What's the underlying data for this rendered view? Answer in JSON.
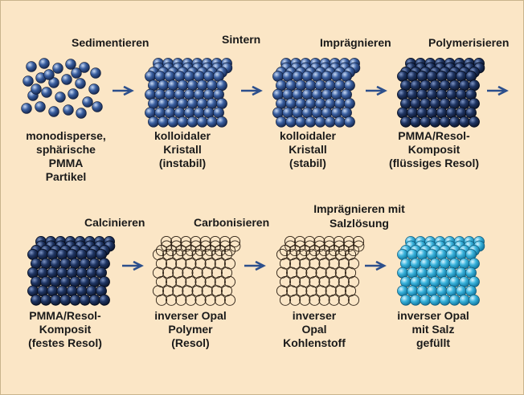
{
  "process_steps": {
    "row1": [
      "Sedimentieren",
      "Sintern",
      "Imprägnieren",
      "Polymerisieren"
    ],
    "row2": [
      "Calcinieren",
      "Carbonisieren",
      [
        "Imprägnieren mit",
        "Salzlösung"
      ]
    ]
  },
  "stages": [
    {
      "lines": [
        "monodisperse,",
        "sphärische",
        "PMMA",
        "Partikel"
      ],
      "fill": "medium-blue-spheres"
    },
    {
      "lines": [
        "kolloidaler",
        "Kristall",
        "(instabil)"
      ],
      "fill": "medium-blue-spheres"
    },
    {
      "lines": [
        "kolloidaler",
        "Kristall",
        "(stabil)"
      ],
      "fill": "medium-blue-spheres"
    },
    {
      "lines": [
        "PMMA/Resol-",
        "Komposit",
        "(flüssiges Resol)"
      ],
      "fill": "dark-navy-spheres"
    },
    {
      "lines": [
        "PMMA/Resol-",
        "Komposit",
        "(festes Resol)"
      ],
      "fill": "dark-navy-spheres"
    },
    {
      "lines": [
        "inverser Opal",
        "Polymer",
        "(Resol)"
      ],
      "fill": "open-circle-network"
    },
    {
      "lines": [
        "inverser",
        "Opal",
        "Kohlenstoff"
      ],
      "fill": "open-circle-network"
    },
    {
      "lines": [
        "inverser Opal",
        "mit Salz",
        "gefüllt"
      ],
      "fill": "light-cyan-spheres"
    }
  ],
  "colors": {
    "background": "#fbe6c6",
    "border": "#c9b48c",
    "arrow": "#2c4f8c",
    "sphere_medium": "#3a5fa0",
    "sphere_dark": "#1f3563",
    "sphere_light": "#3ab3dc"
  }
}
